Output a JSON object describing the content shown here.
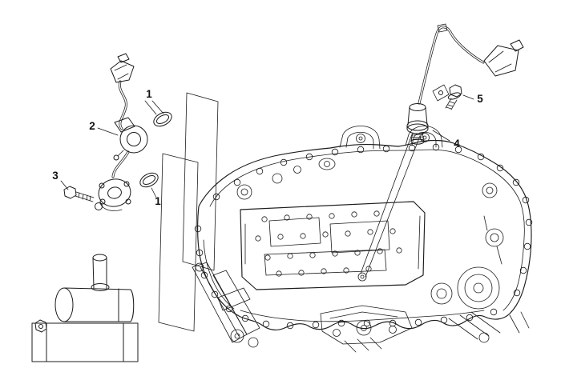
{
  "diagram": {
    "background_color": "#ffffff",
    "line_color": "#1c1c1c",
    "label_color": "#111111",
    "callouts": {
      "upper_oring": "1",
      "left_switch": "2",
      "left_bolt": "3",
      "lower_oring": "1",
      "right_sensor": "4",
      "right_bolt": "5"
    }
  }
}
